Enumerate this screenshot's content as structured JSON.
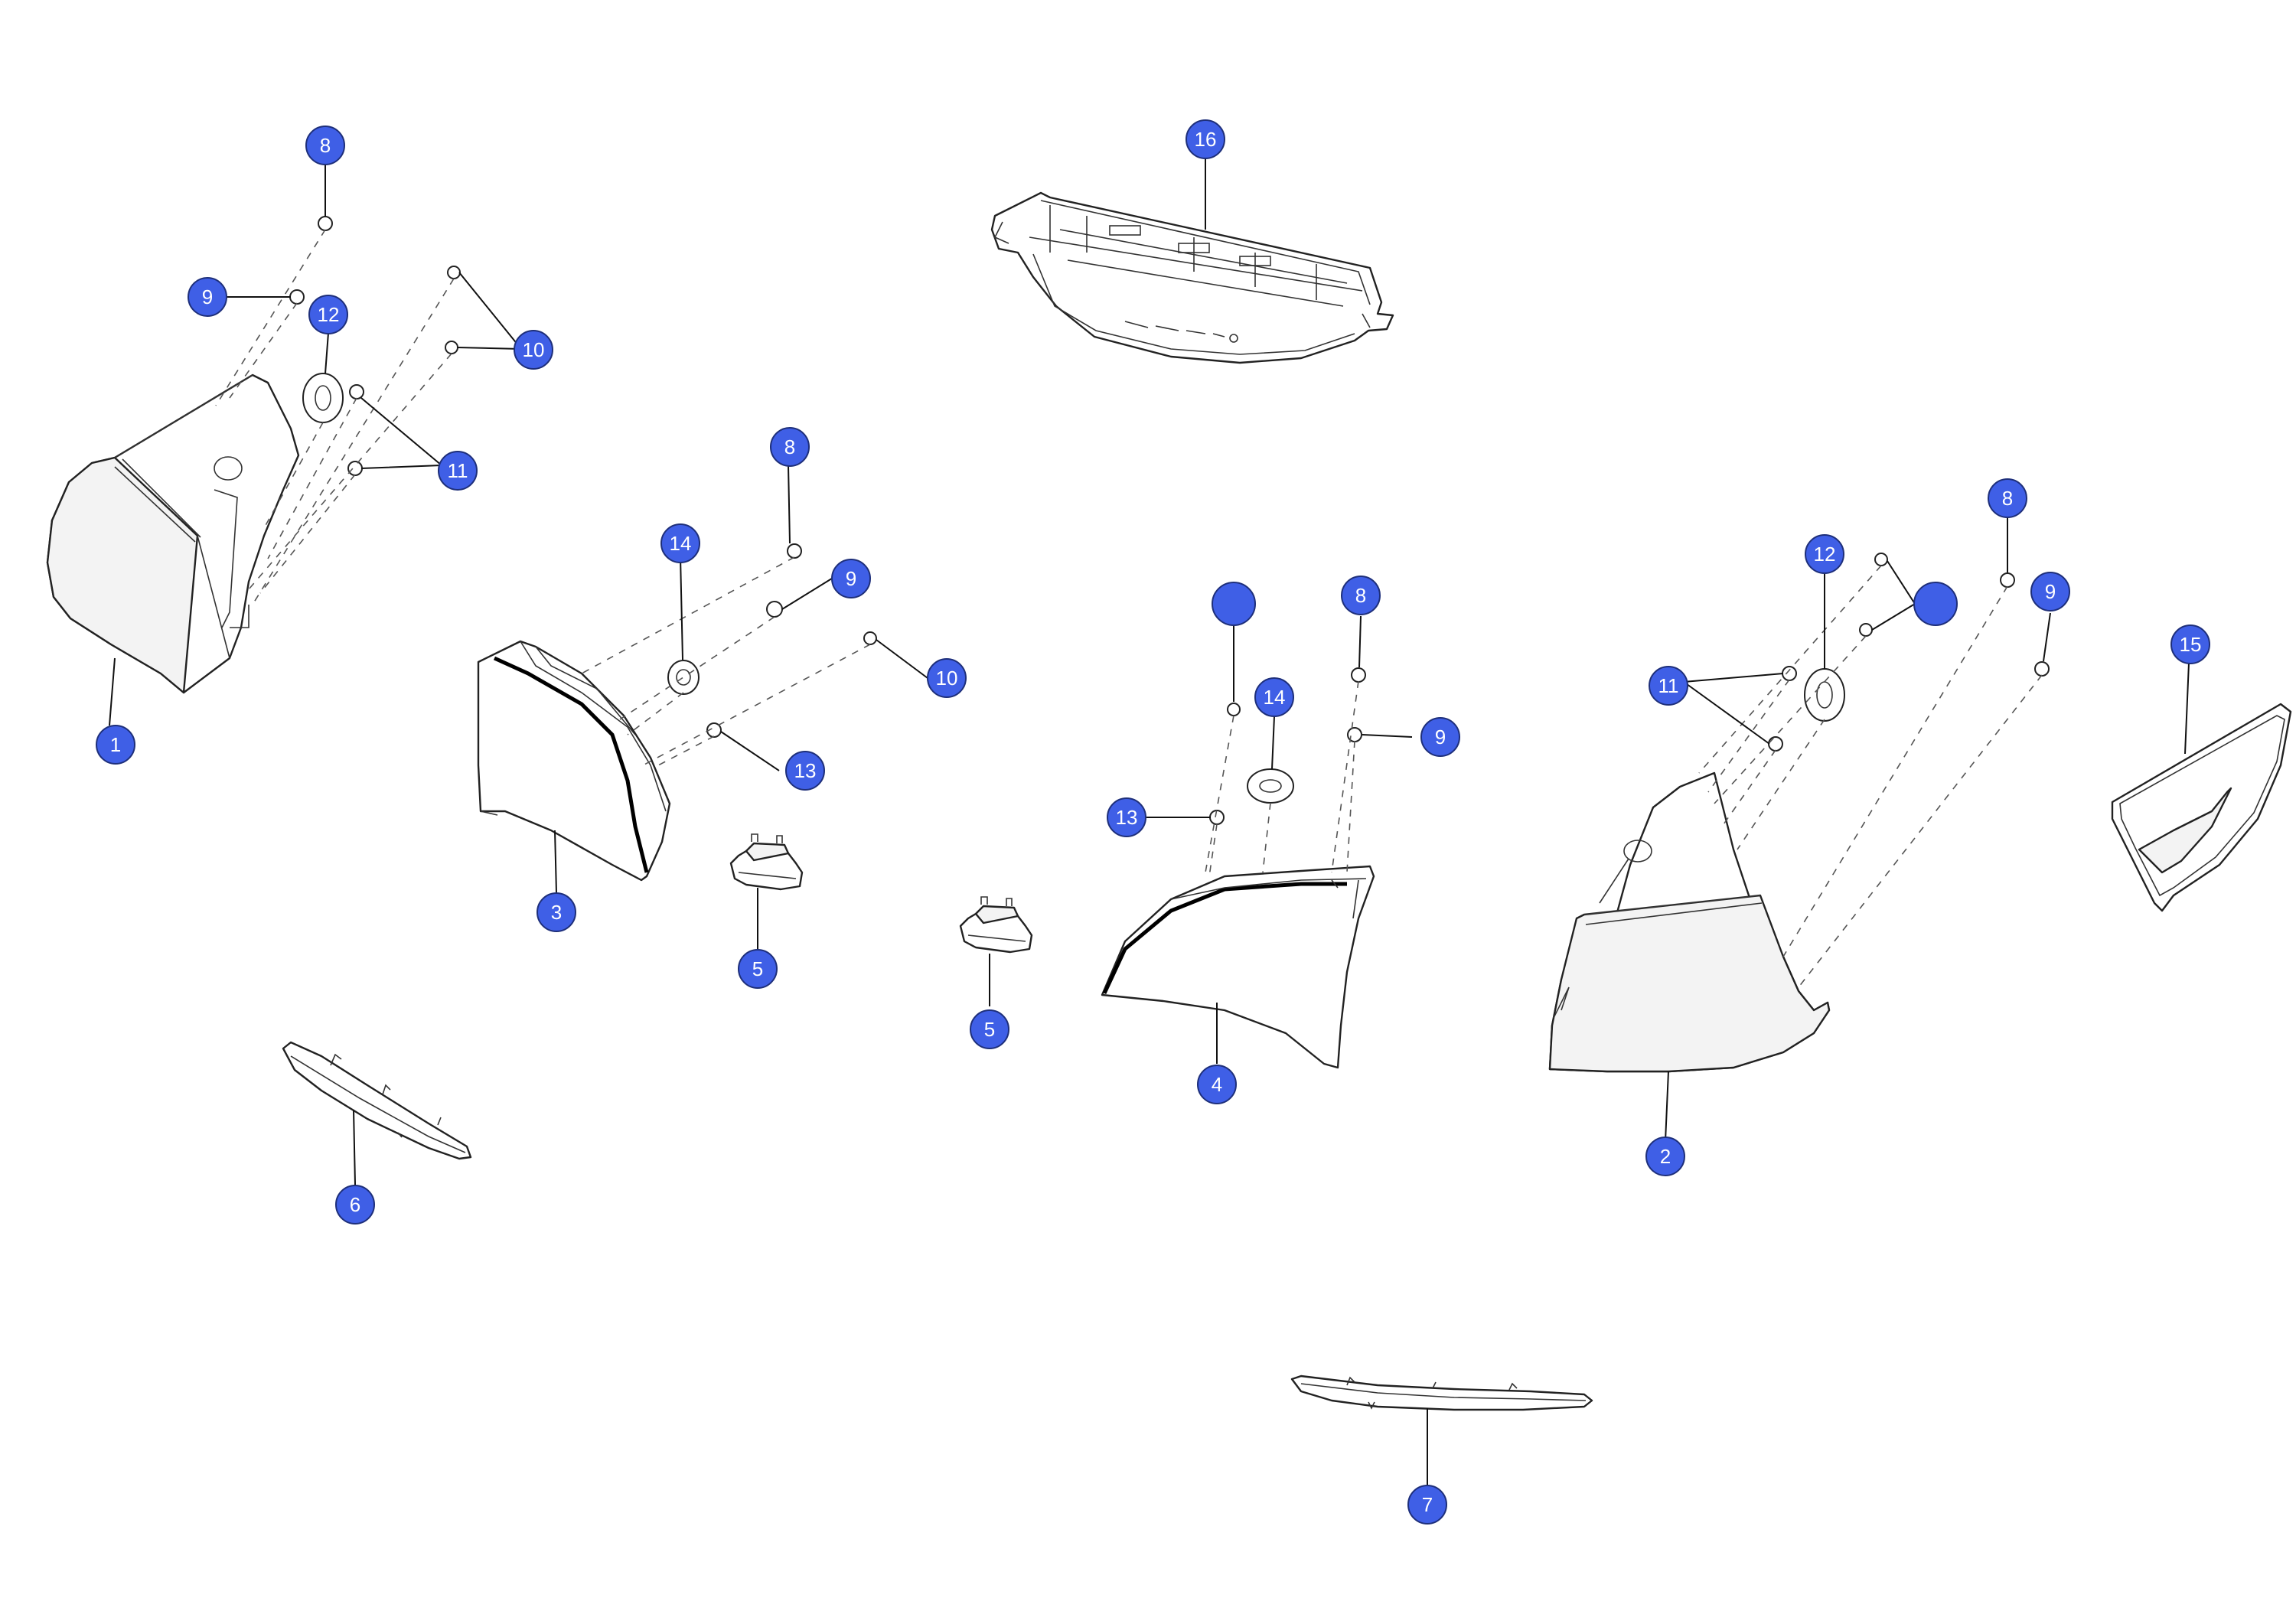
{
  "diagram": {
    "callouts": [
      {
        "id": "c-8a",
        "label": "8"
      },
      {
        "id": "c-9a",
        "label": "9"
      },
      {
        "id": "c-12a",
        "label": "12"
      },
      {
        "id": "c-10a",
        "label": "10"
      },
      {
        "id": "c-11a",
        "label": "11"
      },
      {
        "id": "c-1",
        "label": "1"
      },
      {
        "id": "c-16",
        "label": "16"
      },
      {
        "id": "c-8b",
        "label": "8"
      },
      {
        "id": "c-14a",
        "label": "14"
      },
      {
        "id": "c-9b",
        "label": "9"
      },
      {
        "id": "c-10b",
        "label": "10"
      },
      {
        "id": "c-13a",
        "label": "13"
      },
      {
        "id": "c-3",
        "label": "3"
      },
      {
        "id": "c-5a",
        "label": "5"
      },
      {
        "id": "c-6",
        "label": "6"
      },
      {
        "id": "c-blank-a",
        "label": ""
      },
      {
        "id": "c-8c",
        "label": "8"
      },
      {
        "id": "c-14b",
        "label": "14"
      },
      {
        "id": "c-9c",
        "label": "9"
      },
      {
        "id": "c-13b",
        "label": "13"
      },
      {
        "id": "c-5b",
        "label": "5"
      },
      {
        "id": "c-4",
        "label": "4"
      },
      {
        "id": "c-7",
        "label": "7"
      },
      {
        "id": "c-8d",
        "label": "8"
      },
      {
        "id": "c-12b",
        "label": "12"
      },
      {
        "id": "c-blank-b",
        "label": ""
      },
      {
        "id": "c-9d",
        "label": "9"
      },
      {
        "id": "c-11b",
        "label": "11"
      },
      {
        "id": "c-15",
        "label": "15"
      },
      {
        "id": "c-2",
        "label": "2"
      }
    ],
    "colors": {
      "callout_fill": "#3f5fe6",
      "line": "#222222",
      "background": "#ffffff"
    }
  }
}
